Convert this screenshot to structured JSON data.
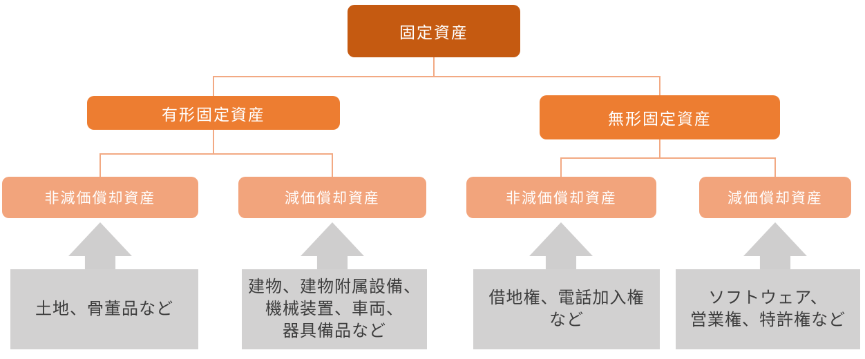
{
  "diagram": {
    "root": {
      "label": "固定資産"
    },
    "level2": [
      {
        "label": "有形固定資産"
      },
      {
        "label": "無形固定資産"
      }
    ],
    "level3": [
      {
        "label": "非減価償却資産"
      },
      {
        "label": "減価償却資産"
      },
      {
        "label": "非減価償却資産"
      },
      {
        "label": "減価償却資産"
      }
    ],
    "examples": [
      {
        "text": "土地、骨董品など"
      },
      {
        "text": "建物、建物附属設備、\n機械装置、車両、\n器具備品など"
      },
      {
        "text": "借地権、電話加入権\nなど"
      },
      {
        "text": "ソフトウェア、\n営業権、特許権など"
      }
    ],
    "colors": {
      "root": "#C55A11",
      "level2": "#ED7D31",
      "level3": "#F2A47C",
      "connector": "#F2A983",
      "example_box": "#D2D1D1",
      "example_text": "#3C3C3C",
      "arrow": "#CFCECE"
    }
  }
}
